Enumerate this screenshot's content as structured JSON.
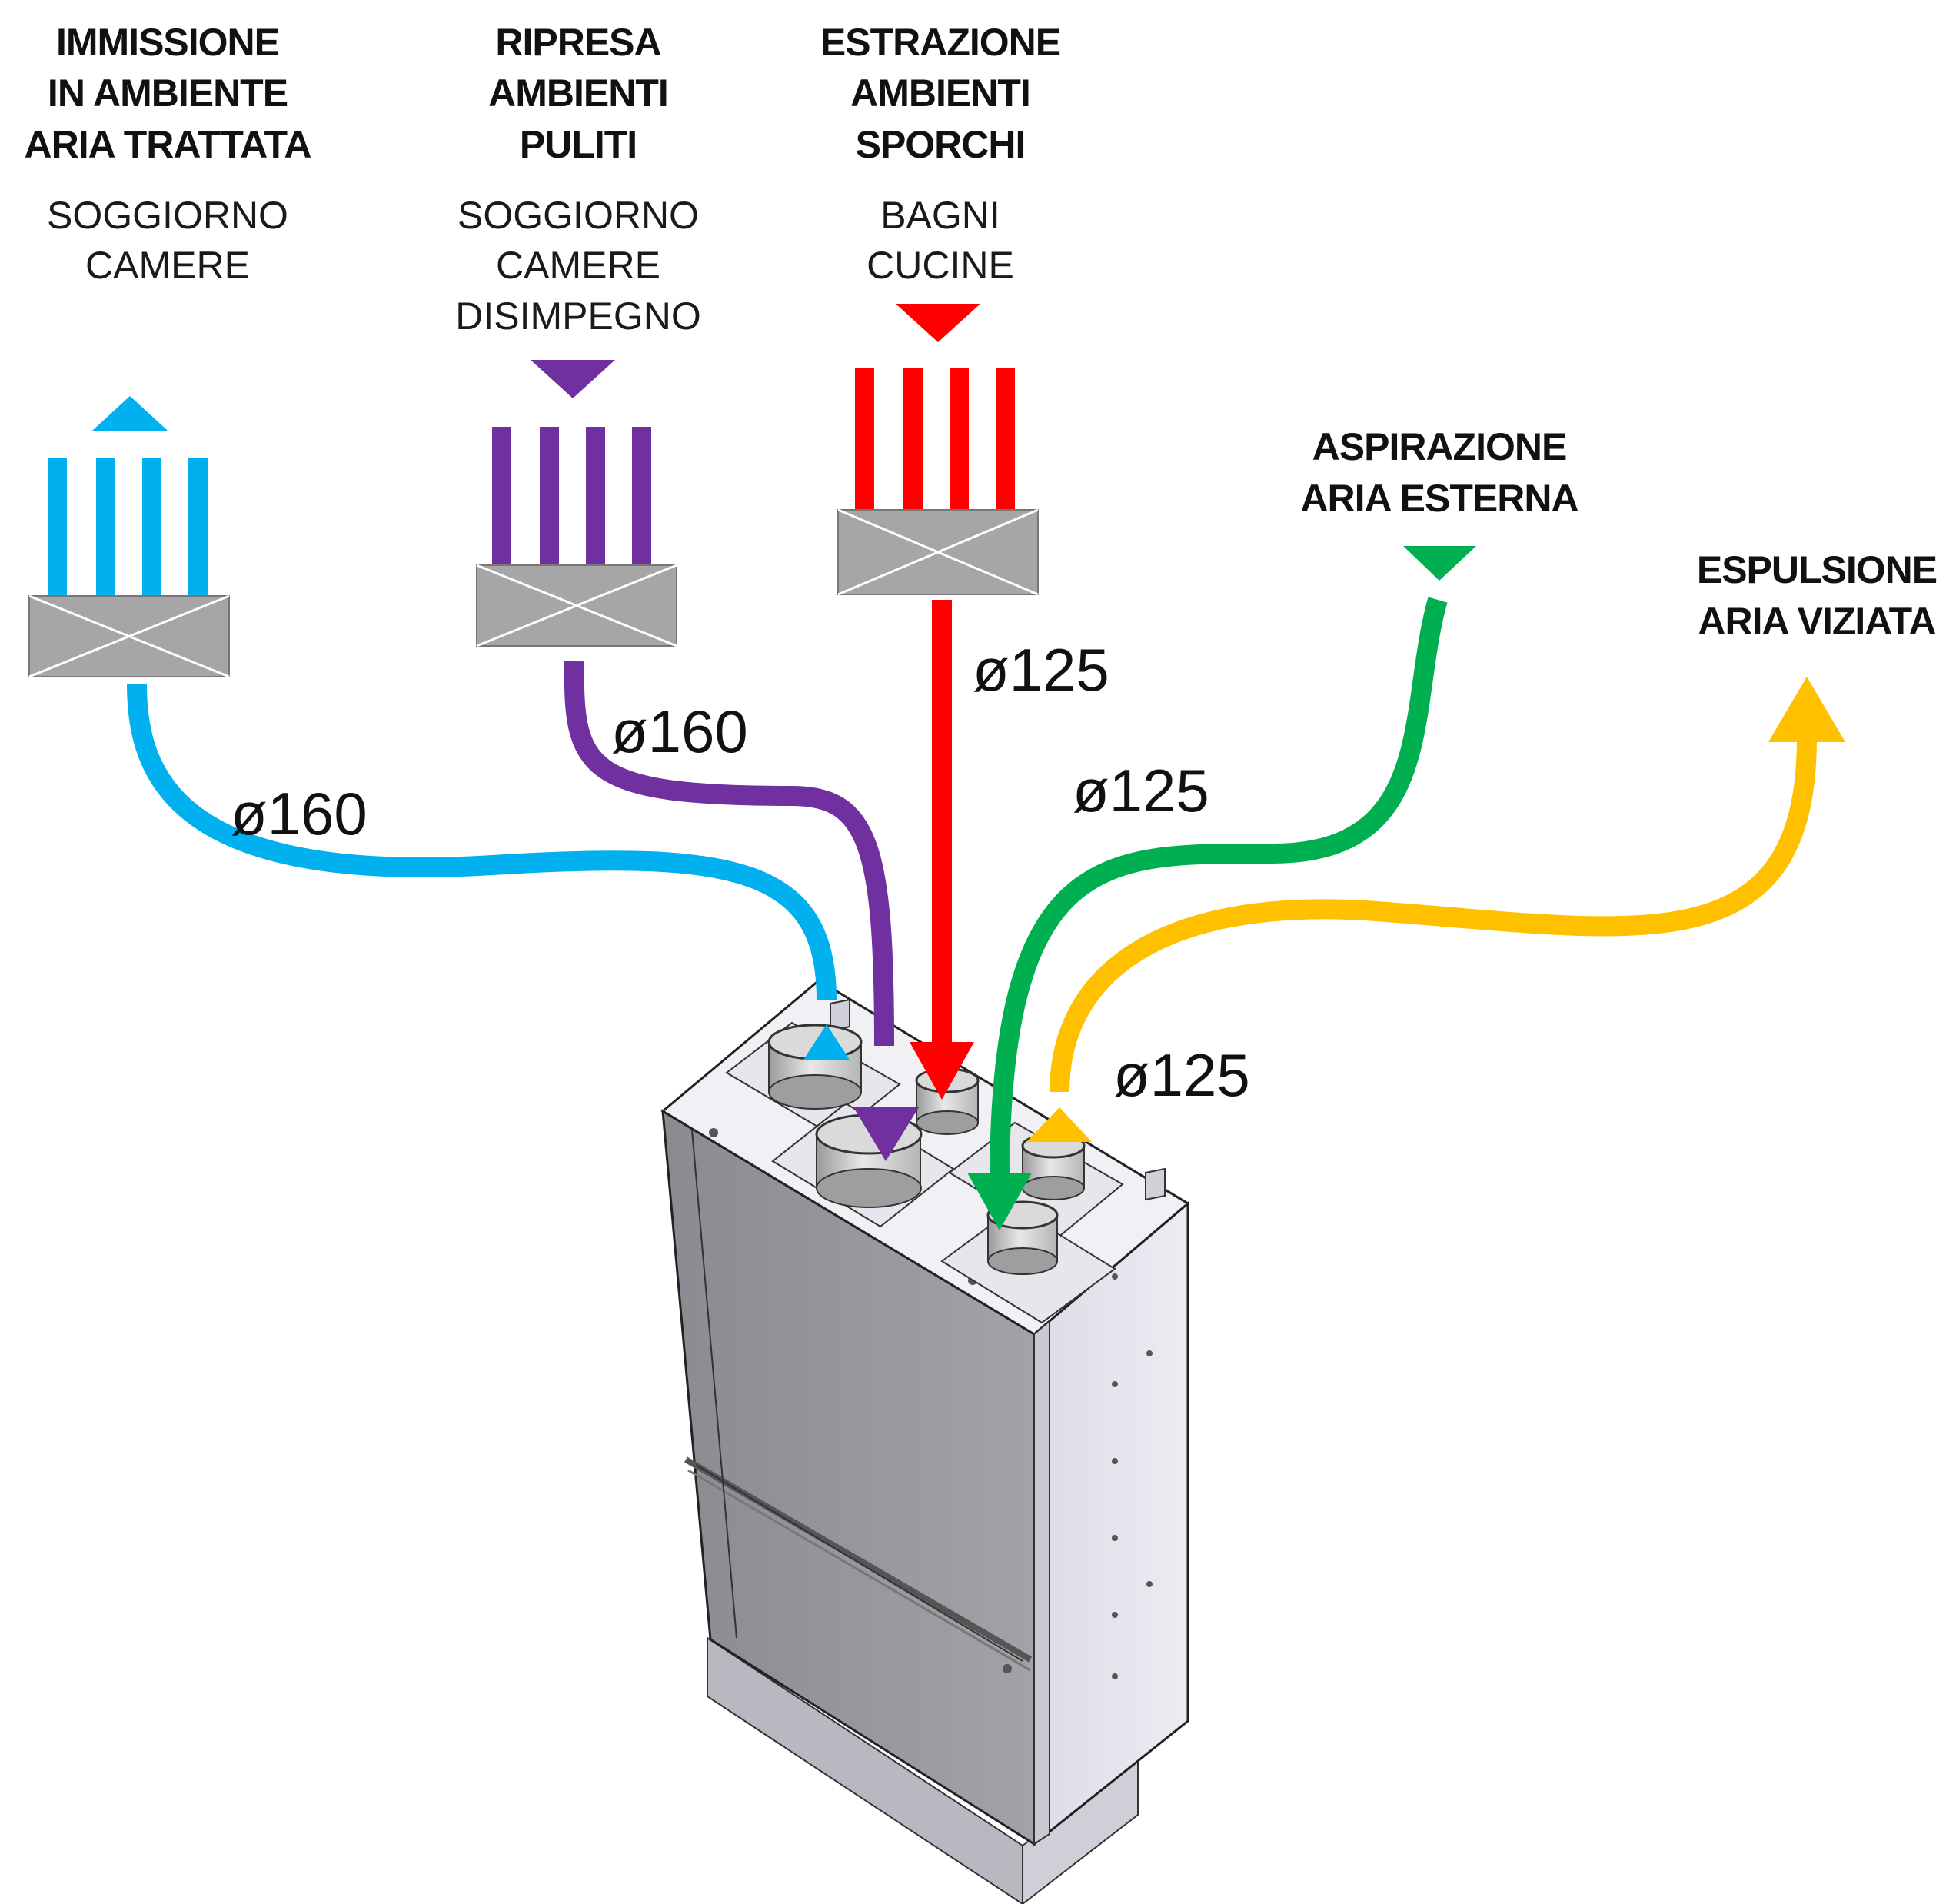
{
  "colors": {
    "supply": "#00b0ef",
    "return_clean": "#7030a0",
    "extract": "#ff0000",
    "intake": "#00b050",
    "exhaust": "#ffc000",
    "grille": "#a6a6a6"
  },
  "groups": [
    {
      "id": "supply",
      "heading": [
        "IMMISSIONE",
        "IN AMBIENTE",
        "ARIA TRATTATA"
      ],
      "rooms": [
        "SOGGIORNO",
        "CAMERE"
      ],
      "diameter": "ø160"
    },
    {
      "id": "return_clean",
      "heading": [
        "RIPRESA",
        "AMBIENTI",
        "PULITI"
      ],
      "rooms": [
        "SOGGIORNO",
        "CAMERE",
        "DISIMPEGNO"
      ],
      "diameter": "ø160"
    },
    {
      "id": "extract",
      "heading": [
        "ESTRAZIONE",
        "AMBIENTI",
        "SPORCHI"
      ],
      "rooms": [
        "BAGNI",
        "CUCINE"
      ],
      "diameter": "ø125"
    },
    {
      "id": "intake",
      "heading": [
        "ASPIRAZIONE",
        "ARIA ESTERNA"
      ],
      "rooms": [],
      "diameter": "ø125"
    },
    {
      "id": "exhaust",
      "heading": [
        "ESPULSIONE",
        "ARIA VIZIATA"
      ],
      "rooms": [],
      "diameter": "ø125"
    }
  ],
  "icons": {
    "grille": "grille-icon",
    "arrow_up": "arrow-up-icon",
    "arrow_down": "arrow-down-icon",
    "unit": "ventilation-unit-illustration"
  }
}
